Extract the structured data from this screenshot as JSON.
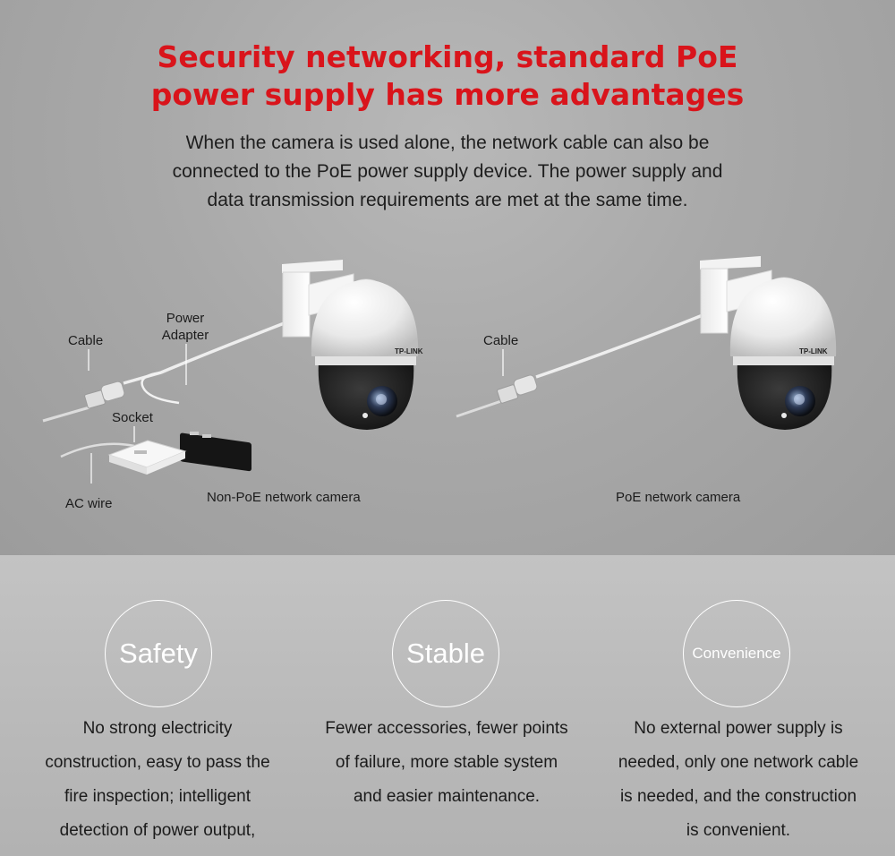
{
  "headline": {
    "line1": "Security networking, standard PoE",
    "line2": "power supply has more advantages",
    "color": "#d9141b"
  },
  "intro": {
    "line1": "When the camera is used alone, the network cable can also be",
    "line2": "connected to the PoE power supply device. The power supply and",
    "line3": "data transmission requirements are met at the same time."
  },
  "diagram": {
    "left": {
      "cable_label": "Cable",
      "power_adapter_line1": "Power",
      "power_adapter_line2": "Adapter",
      "socket_label": "Socket",
      "ac_wire_label": "AC wire",
      "caption": "Non-PoE network camera",
      "brand": "TP-LINK"
    },
    "right": {
      "cable_label": "Cable",
      "caption": "PoE network camera",
      "brand": "TP-LINK"
    }
  },
  "features": [
    {
      "title": "Safety",
      "lines": [
        "No strong electricity",
        "construction, easy to pass the",
        "fire inspection; intelligent",
        "detection of power output,"
      ]
    },
    {
      "title": "Stable",
      "lines": [
        "Fewer accessories, fewer points",
        "of failure, more stable system",
        "and easier maintenance."
      ]
    },
    {
      "title": "Convenience",
      "lines": [
        "No external power supply is",
        "needed, only one network cable",
        "is needed, and the construction",
        "is convenient."
      ]
    }
  ]
}
